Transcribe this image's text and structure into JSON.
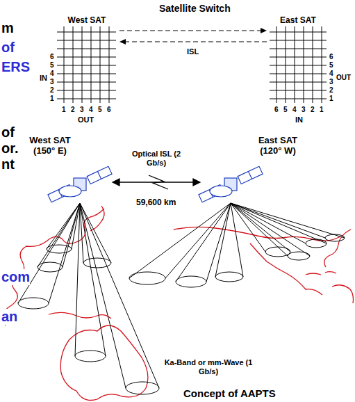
{
  "diagram": {
    "caption": "Concept of AAPTS",
    "nodes": [
      {
        "text": [
          "West SAT"
        ]
      },
      {
        "text": [
          "East SAT"
        ]
      }
    ],
    "edges": [
      {
        "from": 0,
        "to": 1,
        "arrow": "to"
      },
      {
        "from": 1,
        "to": 0,
        "arrow": "to",
        "label": "ISL"
      }
    ],
    "labels": [
      "m",
      "of",
      "ERS",
      "of",
      "or.",
      "nt",
      "com",
      "an",
      "Satellite Switch",
      "6",
      "5",
      "4",
      "3",
      "2",
      "1",
      "IN",
      "1",
      "2",
      "3",
      "4",
      "5",
      "6",
      "OUT",
      "6",
      "5",
      "4",
      "3",
      "2",
      "1",
      "OUT",
      "6",
      "5",
      "4",
      "3",
      "2",
      "1",
      "IN",
      "West SAT (150° E)",
      "East SAT (120° W)",
      "Optical ISL (2 Gb/s)",
      "59,600 km",
      "Ka-Band or mm-Wave (1 Gb/s)"
    ]
  }
}
